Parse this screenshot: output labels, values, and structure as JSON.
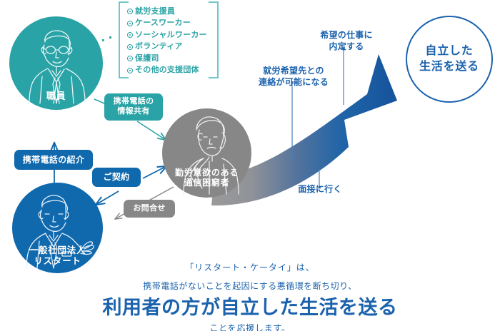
{
  "diagram": {
    "nodes": {
      "staff": {
        "caption": "職員"
      },
      "restart": {
        "caption": "一般社団法人\nリスタート"
      },
      "person": {
        "caption": "勤労意欲のある\n通信困窮者"
      },
      "goal": {
        "caption": "自立した\n生活を送る"
      }
    },
    "support_list": {
      "items": [
        "就労支援員",
        "ケースワーカー",
        "ソーシャルワーカー",
        "ボランティア",
        "保護司",
        "その他の支援団体"
      ]
    },
    "flow_labels": {
      "share": "携帯電話の\n情報共有",
      "introduction": "携帯電話の紹介",
      "contract": "ご契約",
      "inquiry": "お問合せ"
    },
    "milestones": [
      {
        "key": "contact",
        "text": "就労希望先との\n連絡が可能になる"
      },
      {
        "key": "offer",
        "text": "希望の仕事に\n内定する"
      },
      {
        "key": "interview",
        "text": "面接に行く"
      }
    ]
  },
  "bottom_message": {
    "line1": "「リスタート・ケータイ」は、",
    "line2": "携帯電話がないことを起因にする悪循環を断ち切り、",
    "headline": "利用者の方が自立した生活を送る",
    "line4": "ことを応援します。"
  },
  "colors": {
    "teal": "#2aa3a6",
    "blue": "#1068ad",
    "gray": "#878787",
    "goal_blue": "#1b62ad"
  }
}
